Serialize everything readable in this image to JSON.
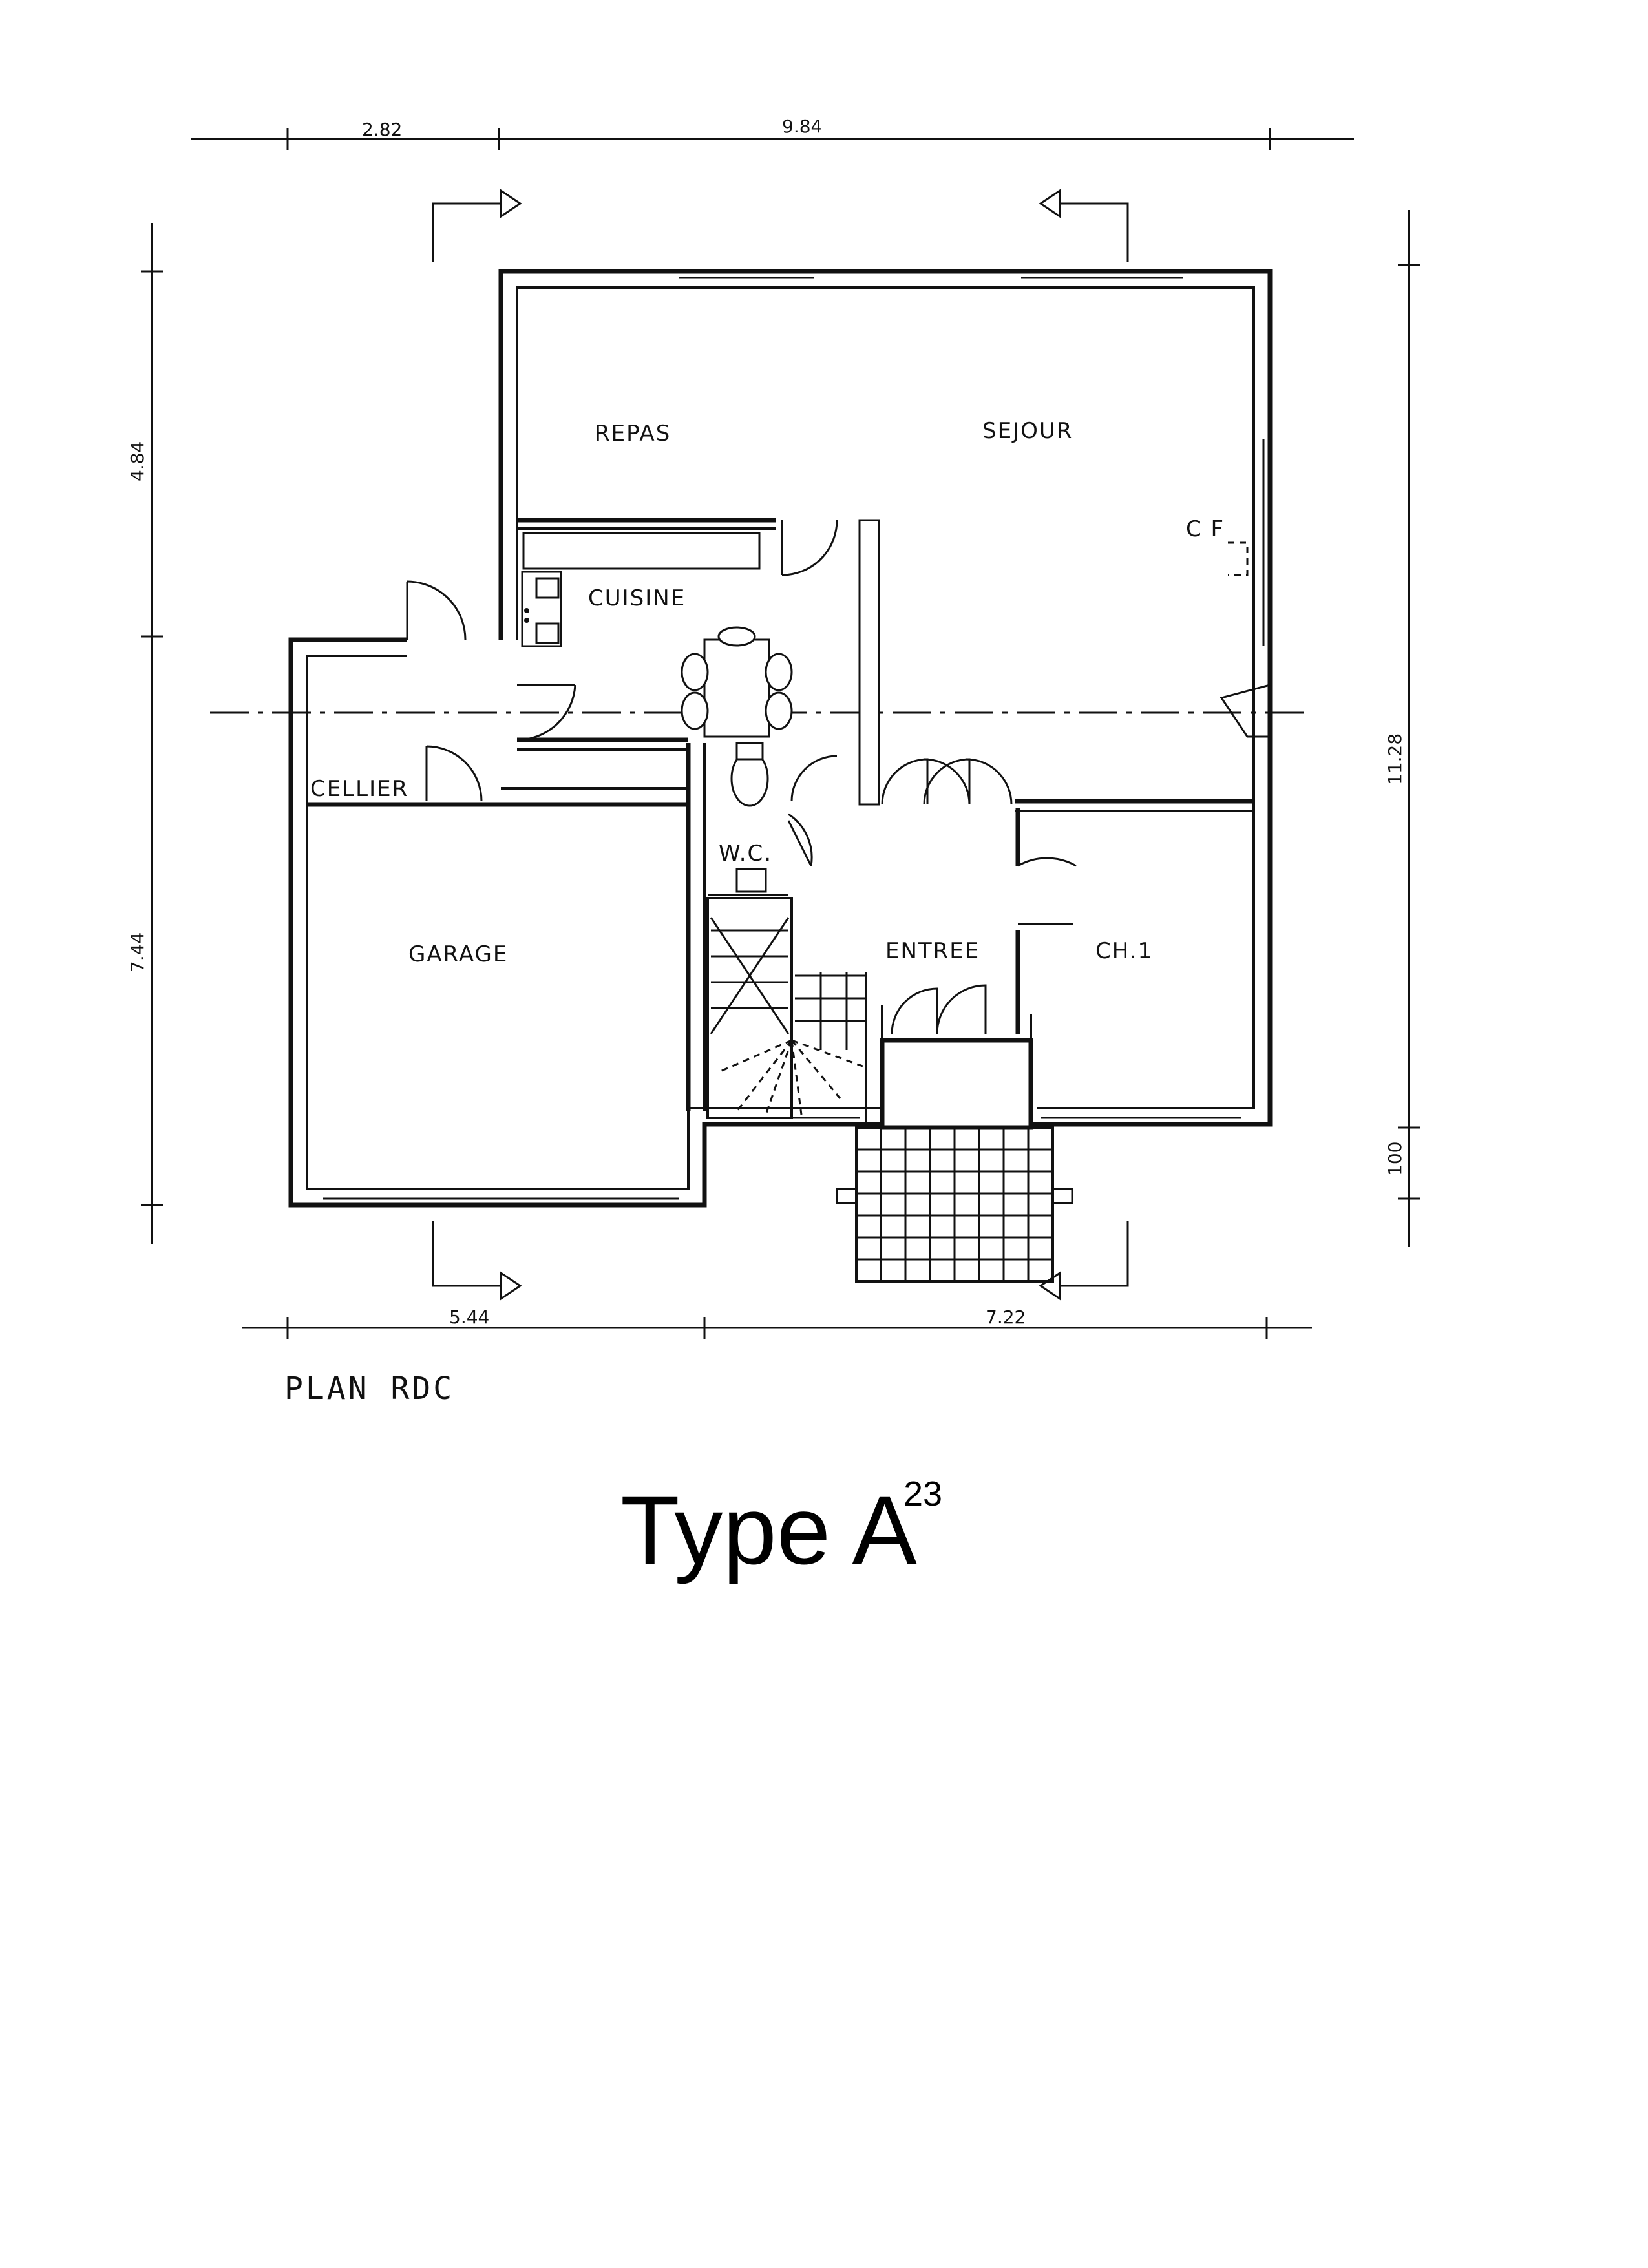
{
  "rooms": {
    "repas": "REPAS",
    "sejour": "SEJOUR",
    "cf": "C F",
    "cuisine": "CUISINE",
    "cellier": "CELLIER",
    "wc": "W.C.",
    "garage": "GARAGE",
    "entree": "ENTREE",
    "ch1": "CH.1"
  },
  "dimensions": {
    "top_left": "2.82",
    "top_right": "9.84",
    "left_upper": "4.84",
    "left_lower": "7.44",
    "right_main": "11.28",
    "right_small": "100",
    "bottom_left": "5.44",
    "bottom_right": "7.22"
  },
  "plan_label": "PLAN RDC",
  "title": {
    "main": "Type A",
    "superscript": "23"
  }
}
